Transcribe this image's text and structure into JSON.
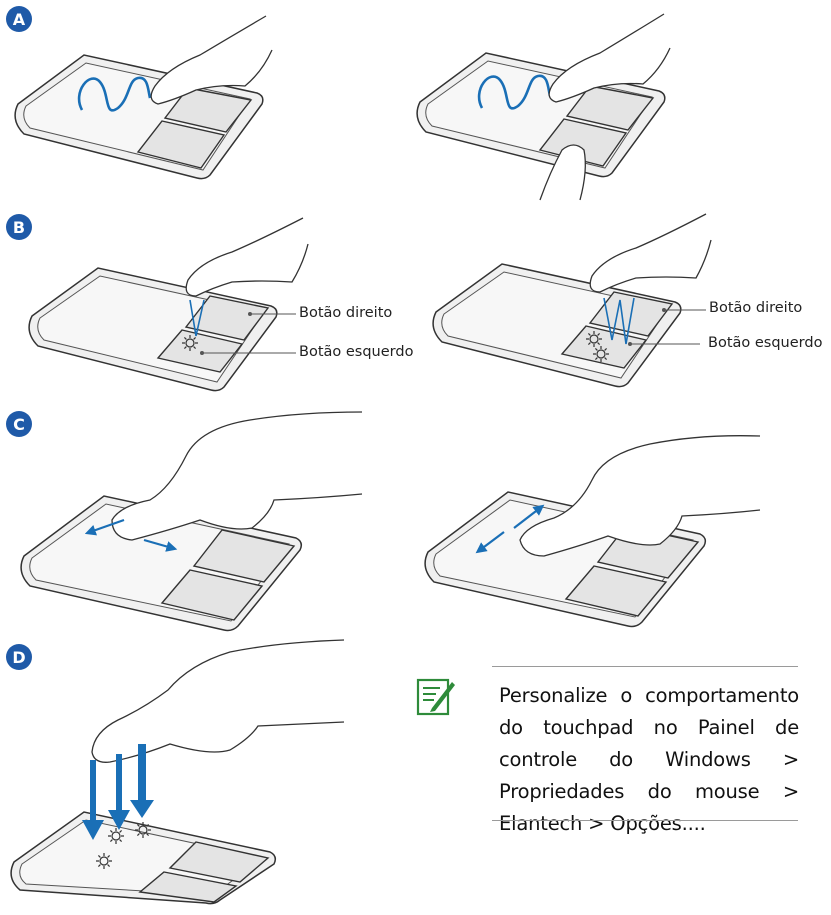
{
  "sections": {
    "a": "A",
    "b": "B",
    "c": "C",
    "d": "D"
  },
  "labels": {
    "right_button": "Botão direito",
    "left_button": "Botão esquerdo"
  },
  "note": {
    "icon": "note-pencil-icon",
    "text": "Personalize o comportamento do touchpad no Painel de controle do Windows > Propriedades do mouse > Elantech > Opções...."
  },
  "colors": {
    "badge": "#1f5aa8",
    "arrow": "#1a6fb6",
    "note_icon": "#2e8b3a"
  }
}
